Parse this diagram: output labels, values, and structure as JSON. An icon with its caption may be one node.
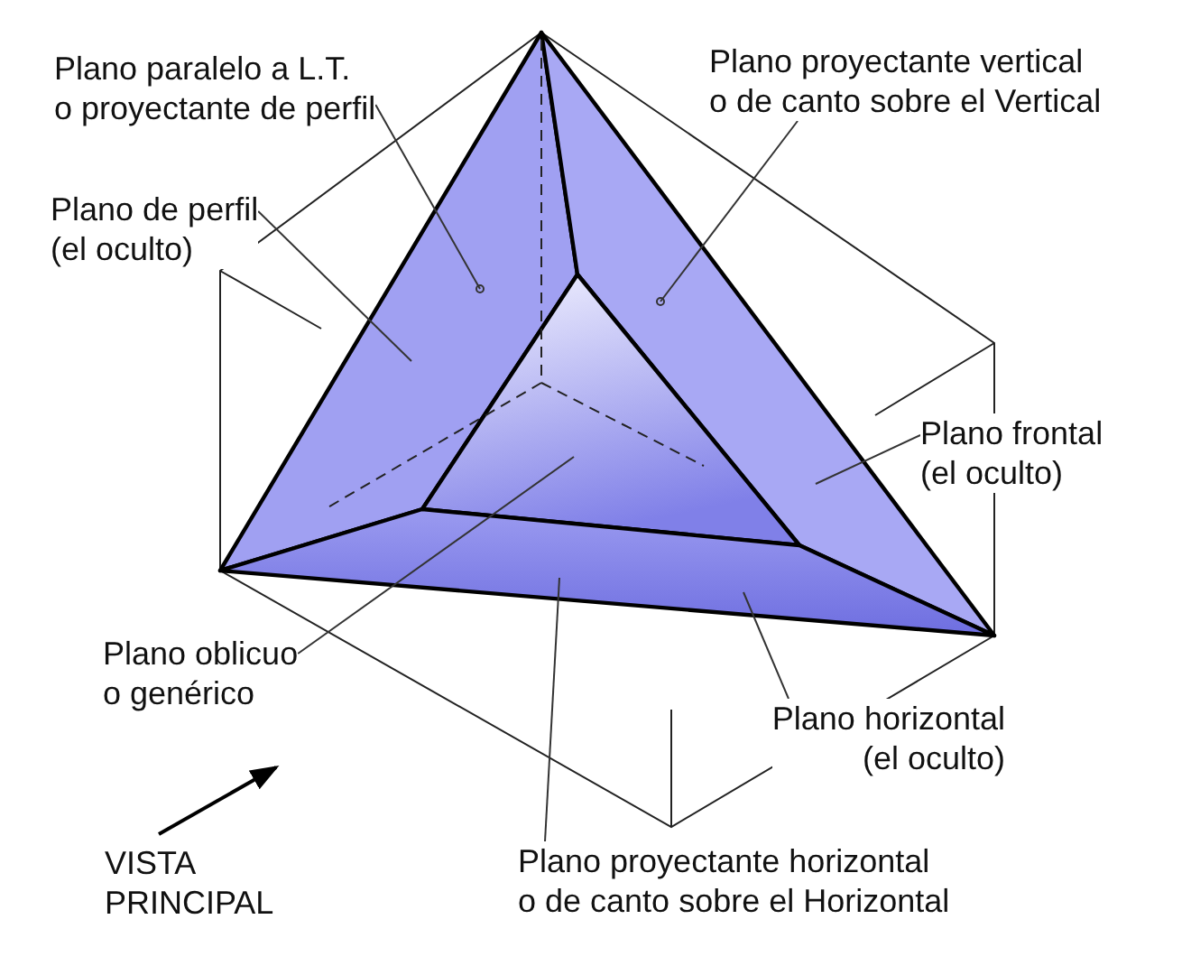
{
  "diagram": {
    "nodes": [
      {
        "text": [
          "Plano paralelo a L.T. o proyectante de perfil"
        ]
      },
      {
        "text": [
          "Plano proyectante vertical o de canto sobre el Vertical"
        ]
      },
      {
        "text": [
          "Plano de perfil (el oculto)"
        ]
      },
      {
        "text": [
          "Plano frontal (el oculto)"
        ]
      },
      {
        "text": [
          "Plano oblicuo o genérico"
        ]
      },
      {
        "text": [
          "Plano horizontal (el oculto)"
        ]
      },
      {
        "text": [
          "Plano proyectante horizontal o de canto sobre el Horizontal"
        ]
      },
      {
        "text": [],
        "shape": "polygon"
      },
      {
        "text": [],
        "shape": "polygon"
      },
      {
        "text": [],
        "shape": "triangle"
      },
      {
        "text": [],
        "shape": "polygon"
      }
    ],
    "edges": [
      {
        "from": 0,
        "to": 7,
        "arrow": "other"
      },
      {
        "from": 1,
        "to": 8,
        "arrow": "other"
      },
      {
        "from": 2,
        "to": 7,
        "arrow": "none"
      },
      {
        "from": 3,
        "to": 8,
        "arrow": "none"
      },
      {
        "from": 4,
        "to": 9,
        "arrow": "none"
      },
      {
        "from": 5,
        "to": 10,
        "arrow": "none"
      },
      {
        "from": 6,
        "to": 10,
        "arrow": "none"
      }
    ],
    "labels": [
      "VISTA PRINCIPAL"
    ]
  }
}
